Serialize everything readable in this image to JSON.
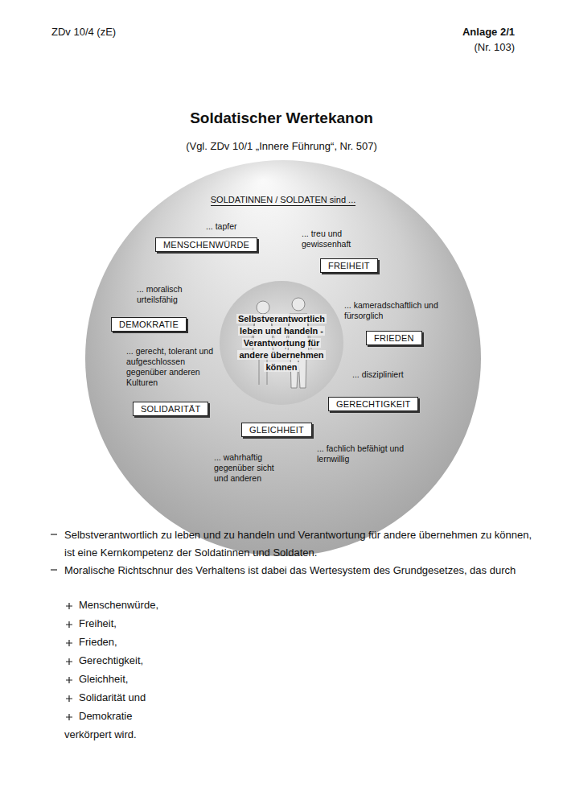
{
  "diagram": {
    "title": "Soldatischer Wertekanon",
    "nodes": [
      {
        "text": [
          "SOLDATINNEN / SOLDATEN sind ..."
        ]
      },
      {
        "text": [
          "MENSCHENWÜRDE"
        ],
        "in": 0
      },
      {
        "text": [
          "FREIHEIT"
        ],
        "in": 0
      },
      {
        "text": [
          "Selbstverantwortlich leben und handeln - Verantwortung für andere übernehmen können"
        ],
        "in": 0
      },
      {
        "text": [
          "DEMOKRATIE"
        ],
        "in": 0
      },
      {
        "text": [
          "FRIEDEN"
        ],
        "in": 0
      },
      {
        "text": [
          "GERECHTIGKEIT"
        ],
        "in": 0
      },
      {
        "text": [
          "SOLIDARITÄT"
        ],
        "in": 0
      },
      {
        "text": [
          "GLEICHHEIT"
        ],
        "in": 0
      }
    ],
    "labels": [
      "ZDv 10/4 (zE)",
      "Anlage 2/1",
      "(Nr. 103)",
      "(Vgl. ZDv 10/1 „Innere Führung“, Nr. 507)",
      "... tapfer",
      "... treu und gewissenhaft",
      "... moralisch urteilsfähig",
      "... kameradschaftlich und fürsorglich",
      "... gerecht, tolerant und aufgeschlossen gegenüber anderen Kulturen",
      "... diszipliniert",
      "... fachlich befähigt und lernwillig",
      "... wahrhaftig gegenüber sicht und anderen",
      "Selbstverantwortlich zu leben und zu handeln und Verantwortung für andere übernehmen zu können, ist eine Kernkompetenz der Soldatinnen und Soldaten.",
      "Moralische Richtschnur des Verhaltens ist dabei das Wertesystem des Grundgesetzes, das durch",
      "Menschenwürde,",
      "Freiheit,",
      "Frieden,",
      "Gerechtigkeit,",
      "Gleichheit,",
      "Solidarität und",
      "Demokratie",
      "verkörpert wird."
    ]
  }
}
